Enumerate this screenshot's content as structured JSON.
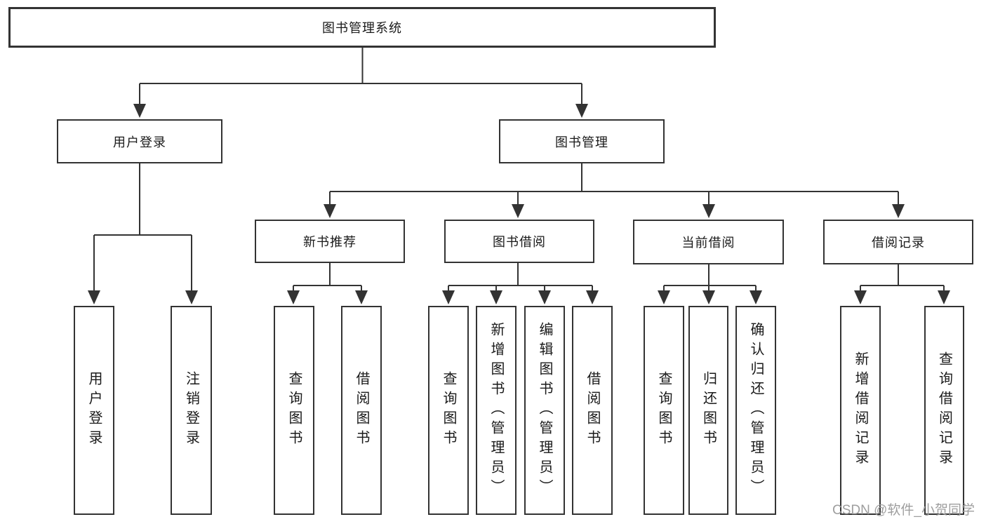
{
  "diagram": {
    "root": {
      "label": "图书管理系统"
    },
    "level2": [
      {
        "label": "用户登录",
        "children": [
          {
            "label": "用户登录"
          },
          {
            "label": "注销登录"
          }
        ]
      },
      {
        "label": "图书管理",
        "children": [
          {
            "label": "新书推荐",
            "children": [
              {
                "label": "查询图书"
              },
              {
                "label": "借阅图书"
              }
            ]
          },
          {
            "label": "图书借阅",
            "children": [
              {
                "label": "查询图书"
              },
              {
                "label": "新增图书（管理员）"
              },
              {
                "label": "编辑图书（管理员）"
              },
              {
                "label": "借阅图书"
              }
            ]
          },
          {
            "label": "当前借阅",
            "children": [
              {
                "label": "查询图书"
              },
              {
                "label": "归还图书"
              },
              {
                "label": "确认归还（管理员）"
              }
            ]
          },
          {
            "label": "借阅记录",
            "children": [
              {
                "label": "新增借阅记录"
              },
              {
                "label": "查询借阅记录"
              }
            ]
          }
        ]
      }
    ]
  },
  "watermark": {
    "text": "CSDN @软件_小贺同学"
  },
  "colors": {
    "line": "#333333",
    "box_border": "#333333",
    "box_fill": "#ffffff",
    "text": "#1a1a1a",
    "watermark": "#9e9e9e",
    "background": "#ffffff"
  }
}
